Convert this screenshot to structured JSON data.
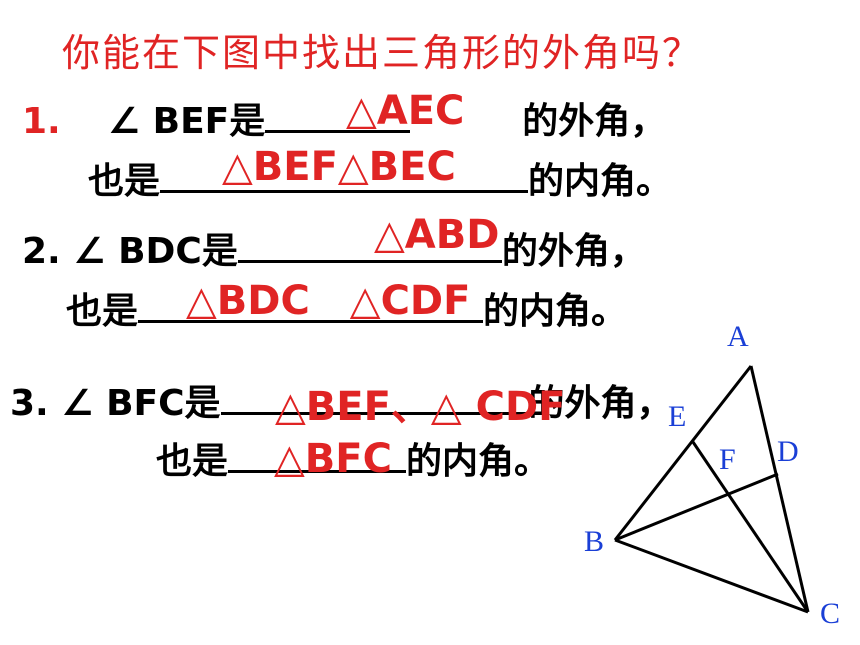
{
  "title": "你能在下图中找出三角形的外角吗？",
  "q1": {
    "num": "1.",
    "prefix": "∠ BEF是",
    "suffix1": "的外角，",
    "line2_prefix": "也是",
    "suffix2": "的内角。",
    "ans1": "△AEC",
    "ans2": "△BEF△BEC"
  },
  "q2": {
    "num": "2.",
    "prefix": "∠ BDC是",
    "suffix1": "的外角，",
    "line2_prefix": "也是",
    "suffix2": "的内角。",
    "ans1": "△ABD",
    "ans2": "△BDC　△CDF"
  },
  "q3": {
    "num": "3.",
    "prefix": "∠ BFC是",
    "suffix1": "的外角，",
    "line2_prefix": "也是",
    "suffix2": "的内角。",
    "ans1": "△BEF、△ CDF",
    "ans2": "△BFC"
  },
  "figure": {
    "labels": {
      "A": "A",
      "B": "B",
      "C": "C",
      "D": "D",
      "E": "E",
      "F": "F"
    },
    "line_color": "#000000",
    "label_color": "#1a3fd6"
  }
}
